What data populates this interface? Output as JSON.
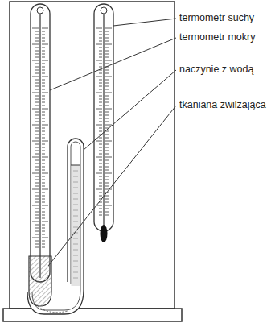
{
  "diagram": {
    "labels": [
      "termometr suchy",
      "termometr mokry",
      "naczynie z wodą",
      "tkaniana zwilżająca"
    ]
  }
}
